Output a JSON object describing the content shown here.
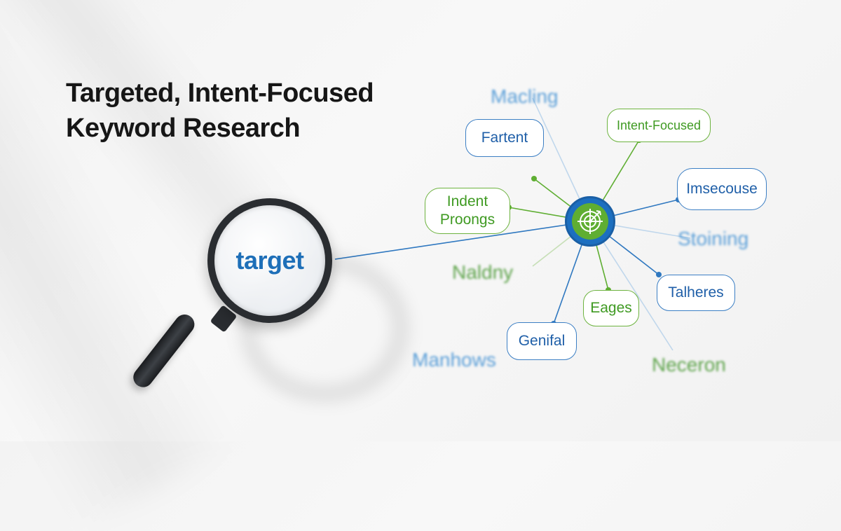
{
  "headline": {
    "line1": "Targeted, Intent-Focused",
    "line2": "Keyword Research"
  },
  "magnifier": {
    "word": "target",
    "icon": "magnifying-glass-icon"
  },
  "hub": {
    "icon": "target-crosshair-icon"
  },
  "bubbles": [
    {
      "label": "Fartent",
      "color": "blue"
    },
    {
      "label": "Intent-Focused",
      "color": "green"
    },
    {
      "label": "Indent Proongs",
      "color": "green"
    },
    {
      "label": "Imsecouse",
      "color": "blue"
    },
    {
      "label": "Talheres",
      "color": "blue"
    },
    {
      "label": "Eages",
      "color": "green"
    },
    {
      "label": "Genifal",
      "color": "blue"
    }
  ],
  "floating_words": [
    {
      "label": "Macling",
      "color": "blue"
    },
    {
      "label": "Stoining",
      "color": "blue"
    },
    {
      "label": "Naldny",
      "color": "green"
    },
    {
      "label": "Manhows",
      "color": "blue"
    },
    {
      "label": "Neceron",
      "color": "green"
    }
  ],
  "colors": {
    "blue": "#1f5fa8",
    "green": "#3f9a22",
    "hub_blue": "#1c6fc0",
    "hub_green": "#5fae32",
    "background": "#f4f4f4"
  }
}
